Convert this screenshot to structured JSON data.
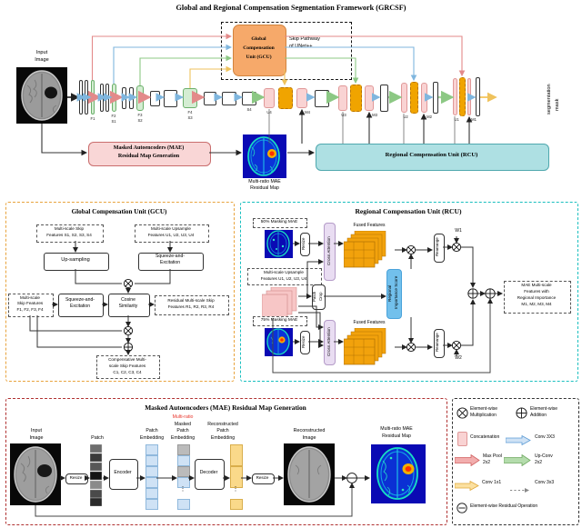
{
  "figure": {
    "title": "Global and Regional Compensation Segmentation Framework (GRCSF)"
  },
  "top_architecture": {
    "input_image_label": "Input\nImage",
    "input_image_label_l1": "Input",
    "input_image_label_l2": "Image",
    "gcu_box": "Global Compensation Unit (GCU)",
    "gcu_box_l1": "Global",
    "gcu_box_l2": "Compensation",
    "gcu_box_l3": "Unit (GCU)",
    "skip_pathway_l1": "Skip Pathway",
    "skip_pathway_l2": "of UNet++",
    "mae_box_l1": "Masked Autoencoders (MAE)",
    "mae_box_l2": "Residual Map Generation",
    "residual_map_l1": "Multi-ratio MAE",
    "residual_map_l2": "Residual Map",
    "rcu_box": "Regional Compensation Unit (RCU)",
    "output_label_l1": "segmentation",
    "output_label_l2": "mask",
    "encoder_tags": [
      {
        "name": "F1",
        "scale": ""
      },
      {
        "name": "F2",
        "scale": "S1"
      },
      {
        "name": "F3",
        "scale": "S2"
      },
      {
        "name": "F4",
        "scale": "S3"
      },
      {
        "name": "S4",
        "scale": ""
      }
    ],
    "decoder_tags": [
      {
        "up": "U4",
        "merge": "M4"
      },
      {
        "up": "U3",
        "merge": "M3"
      },
      {
        "up": "U2",
        "merge": "M2"
      },
      {
        "up": "U1",
        "merge": "M1"
      }
    ]
  },
  "gcu_panel": {
    "title": "Global Compensation Unit (GCU)",
    "in_skip_l1": "Multi-scale Skip",
    "in_skip_l2": "Features S1, S2, S3, S4",
    "in_upsample_l1": "Multi-scale Upsample",
    "in_upsample_l2": "Features U1, U2, U3, U4",
    "upsampling": "Up-sampling",
    "se_right_l1": "Squeeze-and-",
    "se_right_l2": "Excitation",
    "in_f_l1": "Multi-scale",
    "in_f_l2": "Skip Features",
    "in_f_l3": "F1, F2, F3, F4",
    "se_left_l1": "Squeeze-and-",
    "se_left_l2": "Excitation",
    "cosine_l1": "Cosine",
    "cosine_l2": "Similarity",
    "residual_l1": "Residual Multi-scale Skip",
    "residual_l2": "Features R1, R2, R3, R4",
    "out_l1": "Compensative Multi-",
    "out_l2": "scale Skip Features",
    "out_l3": "C1, C2, C3, C4"
  },
  "rcu_panel": {
    "title": "Regional Compensation Unit (RCU)",
    "mask50": "50% Masking MAE",
    "mask75": "75% Masking MAE",
    "upsample_l1": "Multi-scale Upsample",
    "upsample_l2": "Features U1, U2, U3, U4",
    "resize": "Resize",
    "cross_attention": "Cross Attention",
    "patch_crop_l1": "Patch",
    "patch_crop_l2": "Crop",
    "fused_features": "Fused Features",
    "regional_score_l1": "Regional",
    "regional_score_l2": "Importance Score",
    "rearrange": "Rearrange",
    "w1": "W1",
    "w2": "W2",
    "output_l1": "MAE Multi-scale",
    "output_l2": "Features with",
    "output_l3": "Regional Importance",
    "output_l4": "M1, M2, M3, M4"
  },
  "mae_panel": {
    "title": "Masked Autoencoders (MAE) Residual Map Generation",
    "input_l1": "Input",
    "input_l2": "Image",
    "patch": "Patch",
    "resize": "Resize",
    "encoder": "Encoder",
    "decoder": "Decoder",
    "patch_embedding_l1": "Patch",
    "patch_embedding_l2": "Embedding",
    "multi_ratio": "Multi-ratio",
    "masked_pe_l1": "Masked",
    "masked_pe_l2": "Patch",
    "masked_pe_l3": "Embedding",
    "recon_pe_l1": "Reconstructed",
    "recon_pe_l2": "Patch",
    "recon_pe_l3": "Embedding",
    "recon_img_l1": "Reconstructed",
    "recon_img_l2": "Image",
    "residual_l1": "Multi-ratio MAE",
    "residual_l2": "Residual Map"
  },
  "legend": {
    "items": [
      {
        "icon": "circle-times-icon",
        "l1": "Element-wise",
        "l2": "Multiplication"
      },
      {
        "icon": "circle-plus-icon",
        "l1": "Element-wise",
        "l2": "Addition"
      },
      {
        "icon": "concat-box-icon",
        "l1": "Concatenation",
        "l2": ""
      },
      {
        "icon": "conv3x3-blue-arrow-icon",
        "l1": "Conv 3X3",
        "l2": ""
      },
      {
        "icon": "maxpool-red-arrow-icon",
        "l1": "Max Pool",
        "l2": "2x2"
      },
      {
        "icon": "upconv-green-arrow-icon",
        "l1": "Up-Conv",
        "l2": "2x2"
      },
      {
        "icon": "conv1x1-yellow-arrow-icon",
        "l1": "Conv 1x1",
        "l2": ""
      },
      {
        "icon": "conv3x3-dotted-icon",
        "l1": "Conv 3x3",
        "l2": ""
      },
      {
        "icon": "circle-minus-icon",
        "l1": "Element-wise Residual Operation",
        "l2": ""
      }
    ]
  },
  "colors": {
    "gcu_orange": "#F6A96A",
    "rcu_teal": "#AEE0E3",
    "mae_pink": "#F9D6D6",
    "encoder_green": "#D4EDD2",
    "decoder_pink": "#F9D3D3",
    "concat_orange": "#F0A400",
    "maxpool_red": "#E98A8A",
    "conv_blue": "#9CC7E8",
    "upconv_green": "#A9D6A0",
    "conv1x1_yellow": "#F5C55A",
    "fused_orange": "#F2A20C",
    "score_blue": "#72C0EC",
    "attention_purple": "#E9DDF2"
  }
}
